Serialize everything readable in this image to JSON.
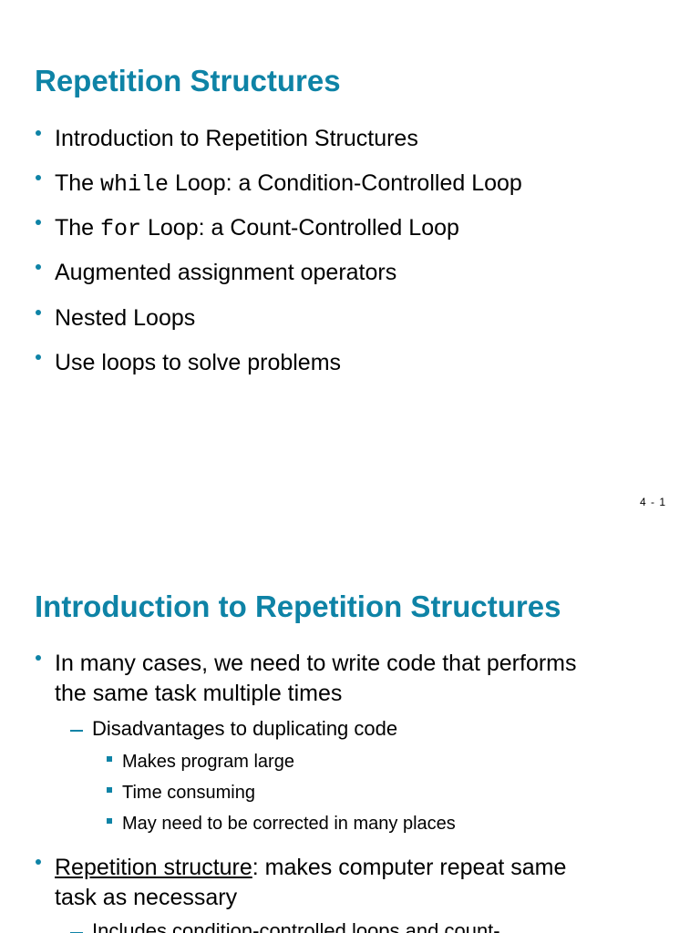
{
  "slide1": {
    "title": "Repetition Structures",
    "bullets": {
      "b0": "Introduction to Repetition Structures",
      "b1_pre": "The ",
      "b1_code": "while",
      "b1_post": " Loop: a Condition-Controlled Loop",
      "b2_pre": "The ",
      "b2_code": "for",
      "b2_post": " Loop: a Count-Controlled Loop",
      "b3": "Augmented assignment operators",
      "b4": "Nested Loops",
      "b5": "Use loops to solve problems"
    },
    "page_number": "4 - 1"
  },
  "slide2": {
    "title": "Introduction to Repetition Structures",
    "bullet1_line1": "In many cases, we need to write code that performs",
    "bullet1_line2": "the same task multiple times",
    "sub1": "Disadvantages to duplicating code",
    "subsub": {
      "s0": "Makes program large",
      "s1": "Time consuming",
      "s2": "May need to be corrected in many places"
    },
    "bullet2_term": "Repetition structure",
    "bullet2_rest": ": makes computer repeat same",
    "bullet2_line2": "task as necessary",
    "sub2_partial": "Includes condition-controlled loops and count-"
  },
  "colors": {
    "accent": "#0e83a6",
    "text": "#000000",
    "background": "#ffffff"
  }
}
